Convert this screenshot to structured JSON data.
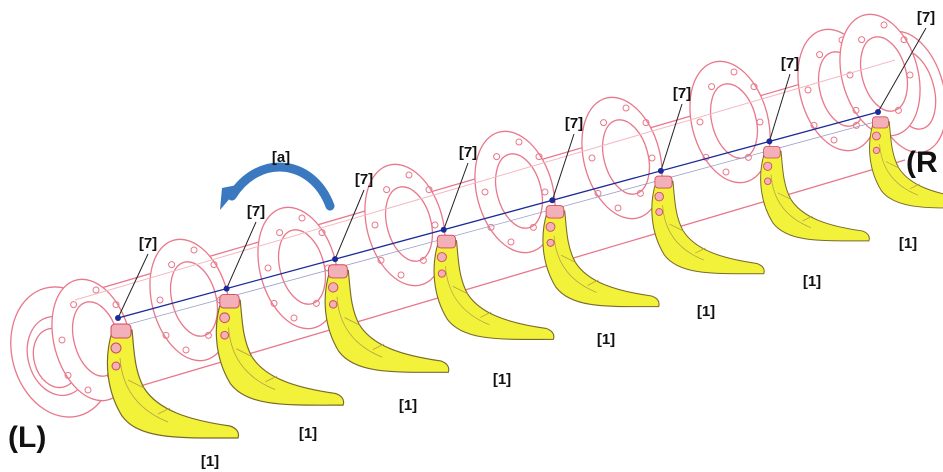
{
  "labels": {
    "left_side": "(L)",
    "right_side": "(R",
    "rotation": "[a]",
    "blade_callout": "[1]",
    "point_callout": "[7]"
  },
  "colors": {
    "blade": "#f2f23a",
    "flange": "#e8788a",
    "axis_line": "#1a2a9a",
    "rotation_arrow": "#3a78c0"
  },
  "icons": {
    "rotation": "curved-arrow-icon"
  },
  "assembly": {
    "flange_count": 9,
    "blade_count": 8
  }
}
